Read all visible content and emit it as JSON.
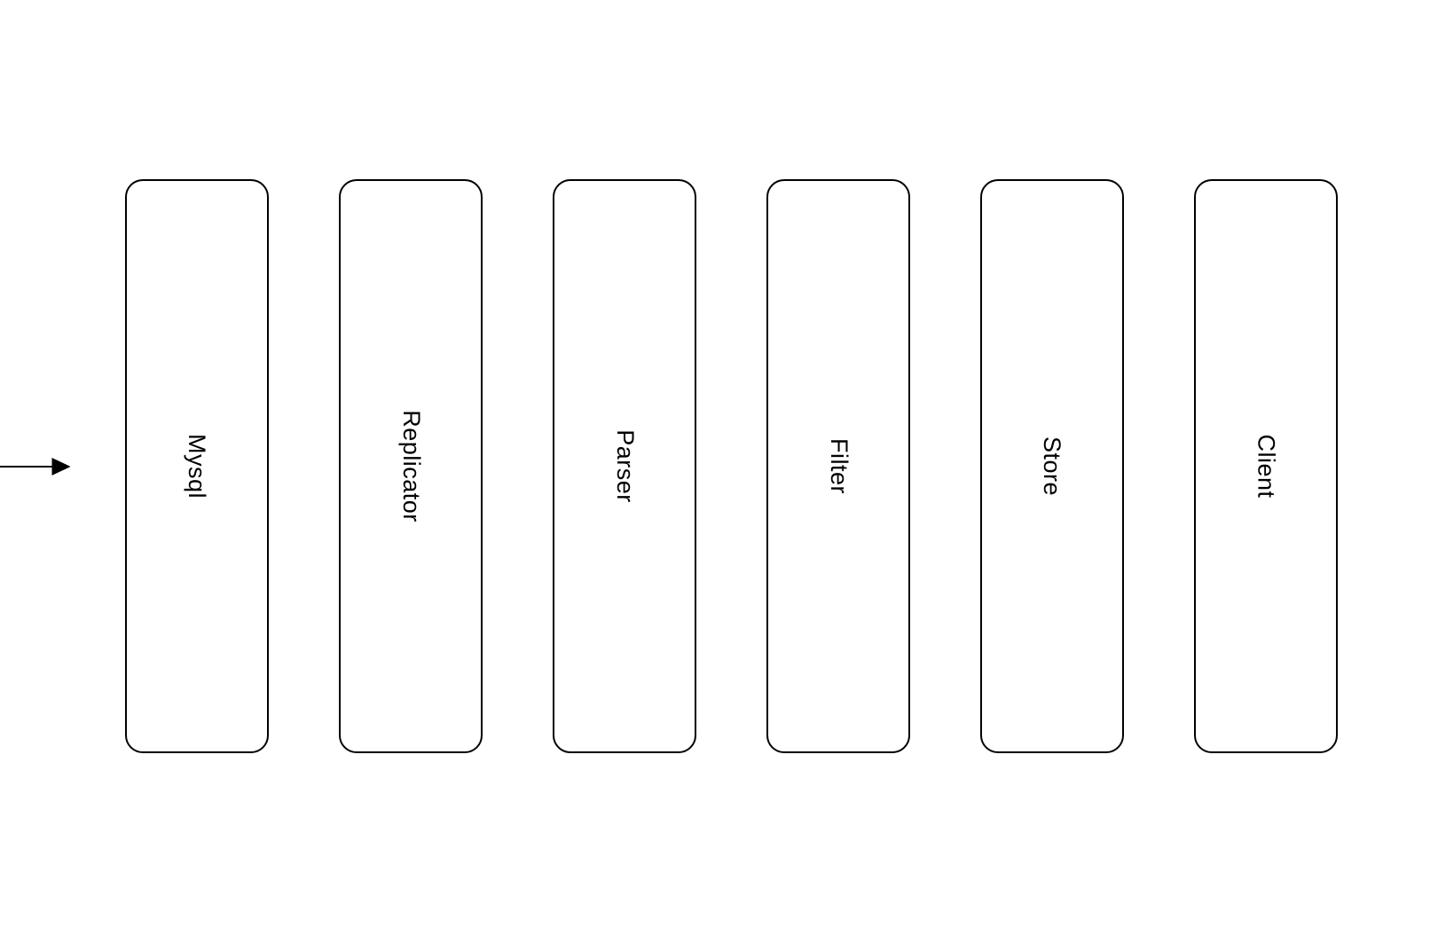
{
  "diagram": {
    "title": "mysql-replication-pipeline-flow",
    "background_color": "#ffffff",
    "node_stroke_color": "#000000",
    "node_fill_color": "#ffffff",
    "text_color": "#000000",
    "arrow_color": "#000000",
    "nodes": [
      {
        "label": "Mysql"
      },
      {
        "label": "Replicator"
      },
      {
        "label": "Parser"
      },
      {
        "label": "Filter"
      },
      {
        "label": "Store"
      },
      {
        "label": "Client"
      }
    ],
    "connections": [
      {
        "from": "Mysql",
        "to": "Replicator",
        "direction": "right"
      },
      {
        "from": "Replicator",
        "to": "Parser",
        "direction": "right"
      },
      {
        "from": "Parser",
        "to": "Filter",
        "direction": "right"
      },
      {
        "from": "Filter",
        "to": "Store",
        "direction": "right"
      },
      {
        "from": "Store",
        "to": "Client",
        "direction": "right"
      }
    ]
  }
}
